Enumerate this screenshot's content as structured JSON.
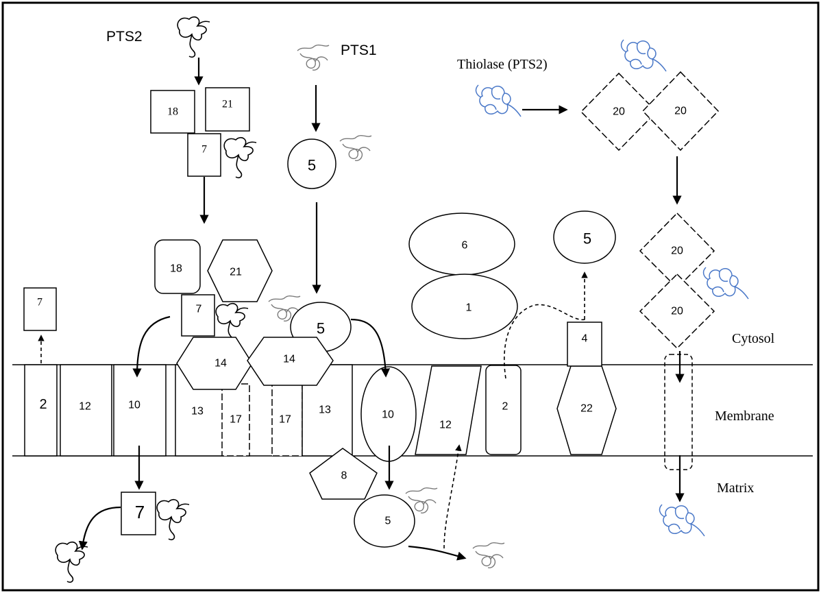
{
  "labels": {
    "pts2": "PTS2",
    "pts1": "PTS1",
    "thiolase": "Thiolase (PTS2)",
    "cytosol": "Cytosol",
    "membrane": "Membrane",
    "matrix": "Matrix"
  },
  "proteins": {
    "p18_top": "18",
    "p21_top": "21",
    "p7_top": "7",
    "p5_top": "5",
    "p20_a": "20",
    "p20_b": "20",
    "p6": "6",
    "p1": "1",
    "p5_released": "5",
    "p20_c": "20",
    "p20_d": "20",
    "p18_mid": "18",
    "p21_mid": "21",
    "p7_mid": "7",
    "p5_docked": "5",
    "p7_left": "7",
    "p14_a": "14",
    "p14_b": "14",
    "p4": "4",
    "p2_left": "2",
    "p12_left": "12",
    "p10_left": "10",
    "p13_a": "13",
    "p17_a": "17",
    "p17_b": "17",
    "p13_b": "13",
    "p10_mid": "10",
    "p12_mid": "12",
    "p2_mid": "2",
    "p22": "22",
    "p8": "8",
    "p7_matrix": "7",
    "p5_matrix": "5"
  },
  "colors": {
    "pts2_cargo": "#000000",
    "pts1_cargo": "#7a7a7a",
    "thiolase_cargo": "#4a78c8"
  }
}
